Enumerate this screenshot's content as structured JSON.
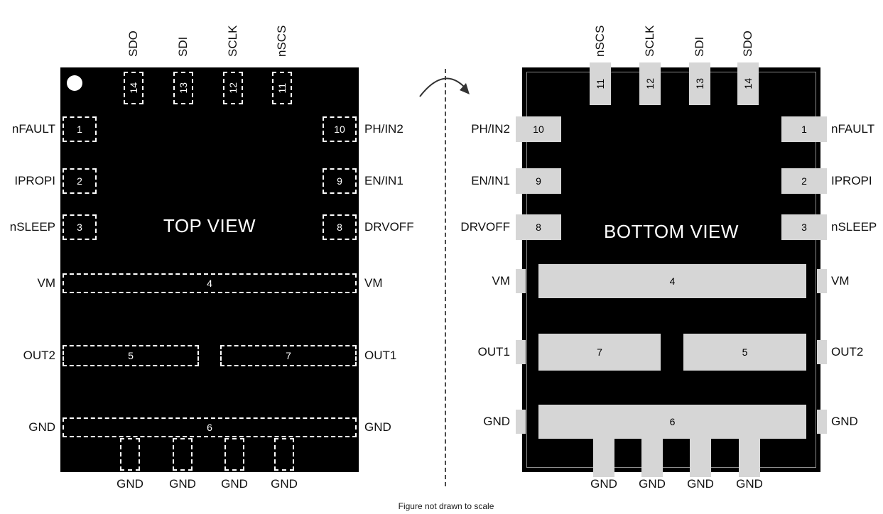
{
  "caption": "Figure not drawn to scale",
  "colors": {
    "package": "#000000",
    "pad": "#d6d6d6"
  },
  "top_view": {
    "title": "TOP VIEW",
    "top_pins": [
      {
        "num": "14",
        "label": "SDO"
      },
      {
        "num": "13",
        "label": "SDI"
      },
      {
        "num": "12",
        "label": "SCLK"
      },
      {
        "num": "11",
        "label": "nSCS"
      }
    ],
    "left_pins": [
      {
        "num": "1",
        "label": "nFAULT"
      },
      {
        "num": "2",
        "label": "IPROPI"
      },
      {
        "num": "3",
        "label": "nSLEEP"
      }
    ],
    "right_pins": [
      {
        "num": "10",
        "label": "PH/IN2"
      },
      {
        "num": "9",
        "label": "EN/IN1"
      },
      {
        "num": "8",
        "label": "DRVOFF"
      }
    ],
    "vm_row": {
      "num": "4",
      "left_label": "VM",
      "right_label": "VM"
    },
    "out_row": {
      "left_num": "5",
      "right_num": "7",
      "left_label": "OUT2",
      "right_label": "OUT1"
    },
    "gnd_row": {
      "num": "6",
      "left_label": "GND",
      "right_label": "GND"
    },
    "bottom_pins": [
      {
        "label": "GND"
      },
      {
        "label": "GND"
      },
      {
        "label": "GND"
      },
      {
        "label": "GND"
      }
    ]
  },
  "bottom_view": {
    "title": "BOTTOM VIEW",
    "top_pins": [
      {
        "num": "11",
        "label": "nSCS"
      },
      {
        "num": "12",
        "label": "SCLK"
      },
      {
        "num": "13",
        "label": "SDI"
      },
      {
        "num": "14",
        "label": "SDO"
      }
    ],
    "left_pins": [
      {
        "num": "10",
        "label": "PH/IN2"
      },
      {
        "num": "9",
        "label": "EN/IN1"
      },
      {
        "num": "8",
        "label": "DRVOFF"
      }
    ],
    "right_pins": [
      {
        "num": "1",
        "label": "nFAULT"
      },
      {
        "num": "2",
        "label": "IPROPI"
      },
      {
        "num": "3",
        "label": "nSLEEP"
      }
    ],
    "vm_row": {
      "num": "4",
      "left_label": "VM",
      "right_label": "VM"
    },
    "out_row": {
      "left_num": "7",
      "right_num": "5",
      "left_label": "OUT1",
      "right_label": "OUT2"
    },
    "gnd_row": {
      "num": "6",
      "left_label": "GND",
      "right_label": "GND"
    },
    "bottom_pins": [
      {
        "label": "GND"
      },
      {
        "label": "GND"
      },
      {
        "label": "GND"
      },
      {
        "label": "GND"
      }
    ]
  }
}
